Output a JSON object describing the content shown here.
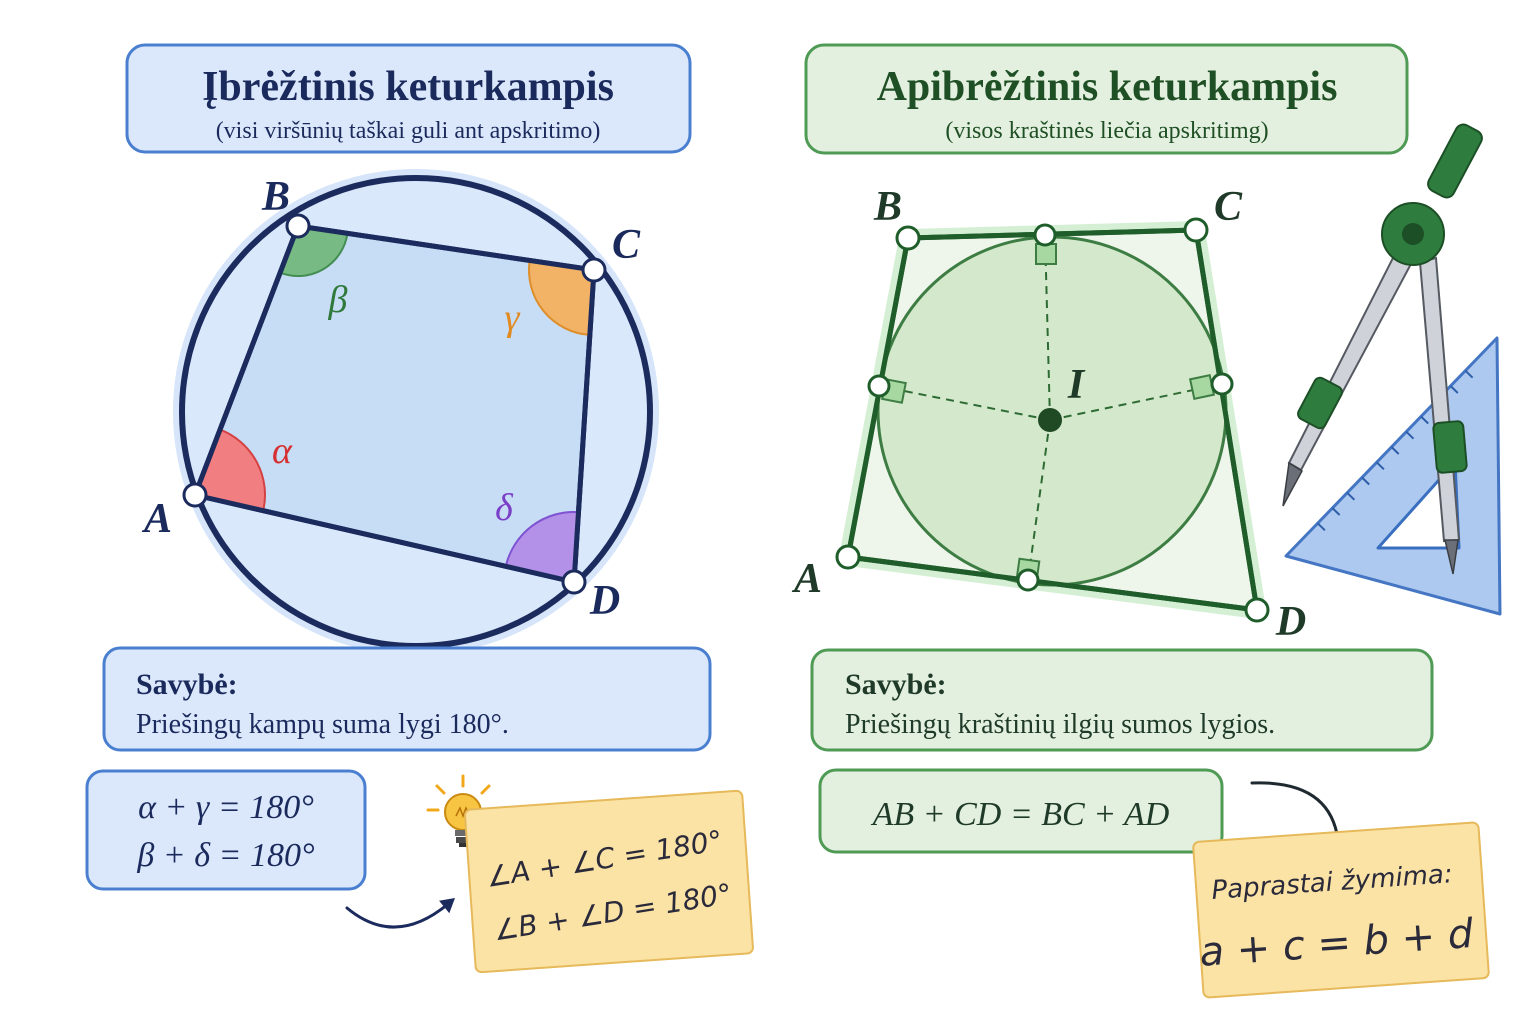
{
  "left": {
    "title": "Įbrėžtinis keturkampis",
    "subtitle": "(visi viršūnių taškai guli ant apskritimo)",
    "vertices": {
      "A": "A",
      "B": "B",
      "C": "C",
      "D": "D"
    },
    "angles": {
      "alpha": "α",
      "beta": "β",
      "gamma": "γ",
      "delta": "δ"
    },
    "property": {
      "heading": "Savybė:",
      "text": "Priešingų kampų suma lygi 180°."
    },
    "formulas": [
      "α + γ = 180°",
      "β + δ = 180°"
    ],
    "note": [
      "∠A + ∠C = 180°",
      "∠B + ∠D = 180°"
    ]
  },
  "right": {
    "title": "Apibrėžtinis keturkampis",
    "subtitle": "(visos kraštinės liečia apskritimg)",
    "vertices": {
      "A": "A",
      "B": "B",
      "C": "C",
      "D": "D"
    },
    "center": "I",
    "property": {
      "heading": "Savybė:",
      "text": "Priešingų kraštinių ilgių sumos lygios."
    },
    "formula": "AB + CD = BC + AD",
    "note": [
      "Paprastai žymima:",
      "a + c = b + d"
    ]
  },
  "icons": {
    "lightbulb": "lightbulb-icon",
    "compass": "compass-icon",
    "set_square": "set-square-icon",
    "arrow": "curved-arrow-icon"
  },
  "colors": {
    "left_accent": "#4a7fd0",
    "left_fill": "#dbe8fb",
    "right_accent": "#4f9a55",
    "right_fill": "#e3f0df",
    "alpha": "#d63a3a",
    "beta": "#3c8a4a",
    "gamma": "#e08a20",
    "delta": "#7c4bd0",
    "note": "#fbe3a6"
  }
}
